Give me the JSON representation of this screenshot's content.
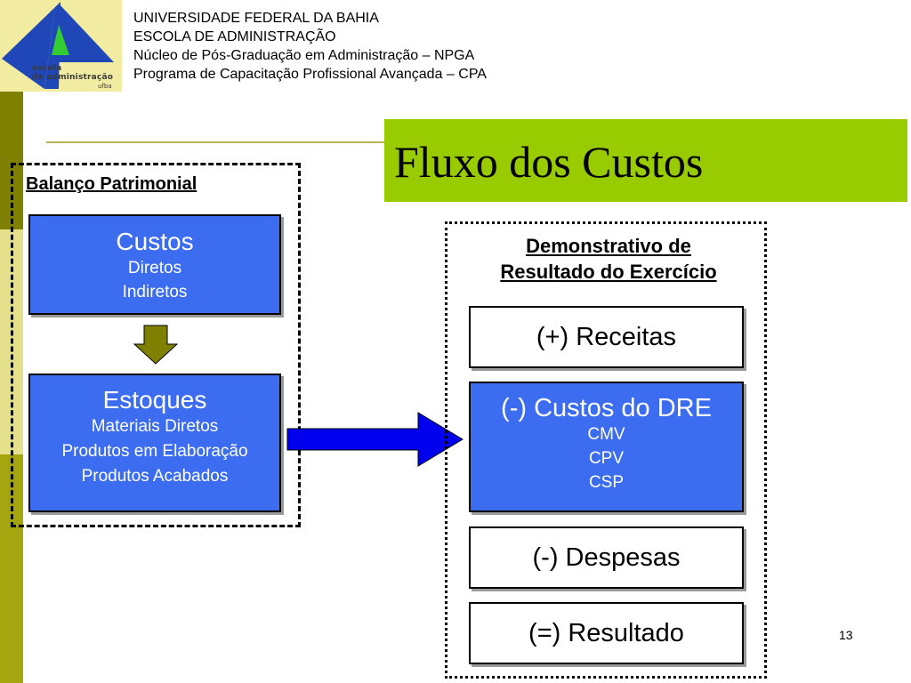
{
  "logo": {
    "line1": "escola",
    "line2": "de administração",
    "line3": "ufba"
  },
  "header": {
    "lines": [
      "UNIVERSIDADE FEDERAL DA BAHIA",
      "ESCOLA DE ADMINISTRAÇÃO",
      "Núcleo de Pós-Graduação em Administração – NPGA",
      "Programa de Capacitação Profissional Avançada – CPA"
    ]
  },
  "title": "Fluxo dos Custos",
  "balanco": {
    "heading": "Balanço Patrimonial",
    "custos": {
      "title": "Custos",
      "items": [
        "Diretos",
        "Indiretos"
      ]
    },
    "estoques": {
      "title": "Estoques",
      "items": [
        "Materiais Diretos",
        "Produtos em Elaboração",
        "Produtos Acabados"
      ]
    }
  },
  "dre": {
    "heading_line1": "Demonstrativo de",
    "heading_line2": "Resultado do Exercício",
    "receitas": "(+) Receitas",
    "custos": {
      "title": "(-) Custos do DRE",
      "items": [
        "CMV",
        "CPV",
        "CSP"
      ]
    },
    "despesas": "(-) Despesas",
    "resultado": "(=) Resultado"
  },
  "page_number": "13",
  "colors": {
    "blue_box": "#3c6df0",
    "title_green": "#99cc00",
    "arrow_olive": "#808000",
    "stripe_light": "#e4e08c"
  }
}
